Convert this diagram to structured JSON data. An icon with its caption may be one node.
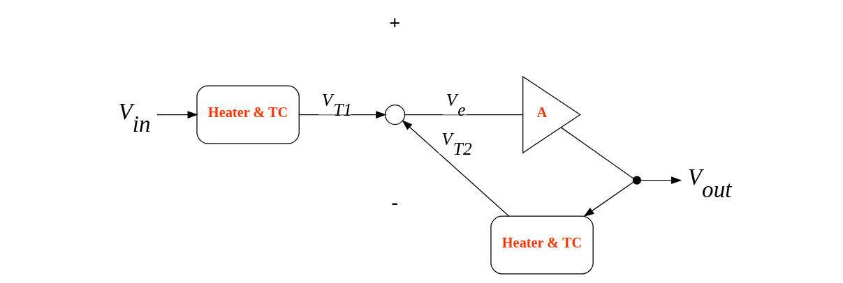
{
  "diagram": {
    "nodes": [
      {
        "text": [
          "V$_{in}$"
        ]
      },
      {
        "text": [
          "Heater & TC"
        ]
      },
      {
        "text": [],
        "shape": "circle"
      },
      {
        "text": [
          "A"
        ]
      },
      {
        "text": [],
        "shape": "dot"
      },
      {
        "text": [
          "V$_{out}$"
        ]
      },
      {
        "text": [
          "Heater & TC"
        ]
      }
    ],
    "edges": [
      {
        "from": 0,
        "to": 1,
        "arrow": "to"
      },
      {
        "from": 1,
        "to": 2,
        "arrow": "to",
        "label": "V$_{T1}$"
      },
      {
        "from": 2,
        "to": 3,
        "arrow": "none",
        "label": "V$_{e}$"
      },
      {
        "from": 3,
        "to": 4,
        "arrow": "none"
      },
      {
        "from": 4,
        "to": 5,
        "arrow": "to"
      },
      {
        "from": 4,
        "to": 6,
        "arrow": "to"
      },
      {
        "from": 6,
        "to": 2,
        "arrow": "to",
        "label": "V$_{T2}$"
      }
    ],
    "labels": [
      "+",
      "-"
    ]
  }
}
